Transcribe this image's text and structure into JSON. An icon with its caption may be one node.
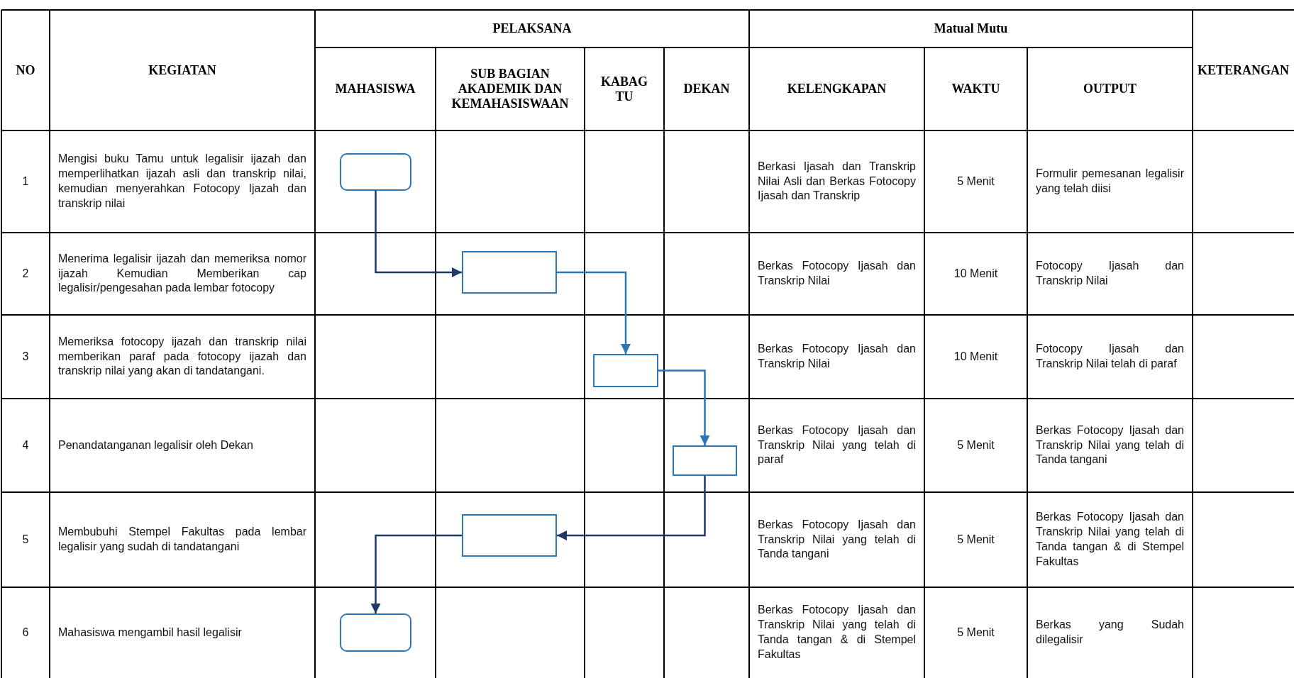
{
  "diagram": {
    "nodes": [
      {
        "text": [],
        "shape": "rounded"
      },
      {
        "text": [],
        "shape": "box"
      },
      {
        "text": [],
        "shape": "box"
      },
      {
        "text": [],
        "shape": "box"
      },
      {
        "text": [],
        "shape": "box"
      },
      {
        "text": [],
        "shape": "rounded"
      }
    ],
    "edges": [
      {
        "from": 0,
        "to": 1,
        "arrow": "to"
      },
      {
        "from": 1,
        "to": 2,
        "arrow": "to",
        "color": "#2e75b6"
      },
      {
        "from": 2,
        "to": 3,
        "arrow": "to",
        "color": "#2e75b6"
      },
      {
        "from": 3,
        "to": 4,
        "arrow": "to"
      },
      {
        "from": 4,
        "to": 5,
        "arrow": "to"
      }
    ],
    "labels": [
      "NO",
      "KEGIATAN",
      "PELAKSANA",
      "Matual Mutu",
      "KETERANGAN",
      "MAHASISWA",
      "SUB BAGIAN AKADEMIK DAN KEMAHASISWAAN",
      "KABAG TU",
      "DEKAN",
      "KELENGKAPAN",
      "WAKTU",
      "OUTPUT",
      "1",
      "Mengisi buku Tamu untuk legalisir ijazah dan memperlihatkan ijazah asli dan transkrip nilai, kemudian menyerahkan Fotocopy Ijazah dan transkrip nilai",
      "Berkasi Ijasah dan Transkrip Nilai Asli dan Berkas Fotocopy Ijasah dan Transkrip",
      "5 Menit",
      "Formulir pemesanan legalisir yang telah diisi",
      "2",
      "Menerima legalisir ijazah dan memeriksa nomor ijazah Kemudian Memberikan cap legalisir/pengesahan pada lembar fotocopy",
      "Berkas Fotocopy Ijasah dan Transkrip Nilai",
      "10 Menit",
      "Fotocopy Ijasah dan Transkrip Nilai",
      "3",
      "Memeriksa fotocopy ijazah dan transkrip nilai memberikan paraf pada fotocopy ijazah dan transkrip nilai yang akan di tandatangani.",
      "Berkas Fotocopy Ijasah dan Transkrip Nilai",
      "10 Menit",
      "Fotocopy Ijasah dan Transkrip Nilai telah di paraf",
      "4",
      "Penandatanganan legalisir oleh Dekan",
      "Berkas Fotocopy Ijasah dan Transkrip Nilai yang telah di paraf",
      "5 Menit",
      "Berkas Fotocopy Ijasah dan Transkrip Nilai yang telah di Tanda tangani",
      "5",
      "Membubuhi Stempel Fakultas pada lembar legalisir yang sudah di tandatangani",
      "Berkas Fotocopy Ijasah dan Transkrip Nilai yang telah di Tanda tangani",
      "5 Menit",
      "Berkas Fotocopy Ijasah dan Transkrip Nilai yang telah di Tanda tangan & di Stempel Fakultas",
      "6",
      "Mahasiswa mengambil hasil legalisir",
      "Berkas Fotocopy Ijasah dan Transkrip Nilai yang telah di Tanda tangan & di Stempel Fakultas",
      "5 Menit",
      "Berkas yang Sudah dilegalisir"
    ]
  }
}
